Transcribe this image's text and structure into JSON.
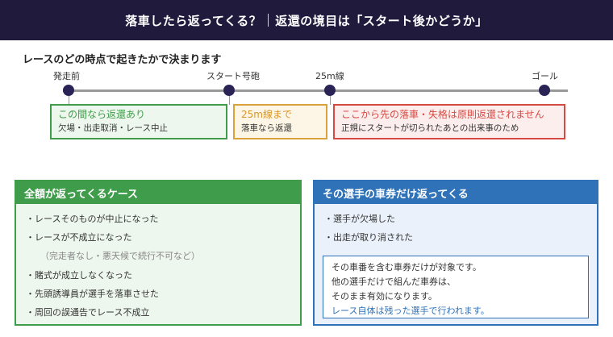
{
  "header": {
    "left": "落車したら返ってくる？",
    "right": "返還の境目は「スタート後かどうか」"
  },
  "subtitle": "レースのどの時点で起きたかで決まります",
  "timeline": {
    "points": [
      "発走前",
      "スタート号砲",
      "25m線",
      "ゴール"
    ]
  },
  "zones": [
    {
      "title": "この間なら返還あり",
      "desc": "欠場・出走取消・レース中止"
    },
    {
      "title": "25m線まで",
      "desc": "落車なら返還"
    },
    {
      "title": "ここから先の落車・失格は原則返還されません",
      "desc": "正規にスタートが切られたあとの出来事のため"
    }
  ],
  "full_refund": {
    "title": "全額が返ってくるケース",
    "items": [
      "・レースそのものが中止になった",
      "・レースが不成立になった",
      "（完走者なし・悪天候で続行不可など）",
      "・賭式が成立しなくなった",
      "・先頭誘導員が選手を落車させた",
      "・周回の誤通告でレース不成立"
    ]
  },
  "rider_refund": {
    "title": "その選手の車券だけ返ってくる",
    "items": [
      "・選手が欠場した",
      "・出走が取り消された"
    ],
    "note": [
      "その車番を含む車券だけが対象です。",
      "他の選手だけで組んだ車券は、",
      "そのまま有効になります。",
      "レース自体は残った選手で行われます。"
    ]
  },
  "colors": {
    "header_bg": "#201a3d",
    "green": "#3f9c4a",
    "gold": "#d9a23a",
    "red": "#d64a43",
    "blue": "#2f72b8",
    "dot": "#2a2356"
  }
}
